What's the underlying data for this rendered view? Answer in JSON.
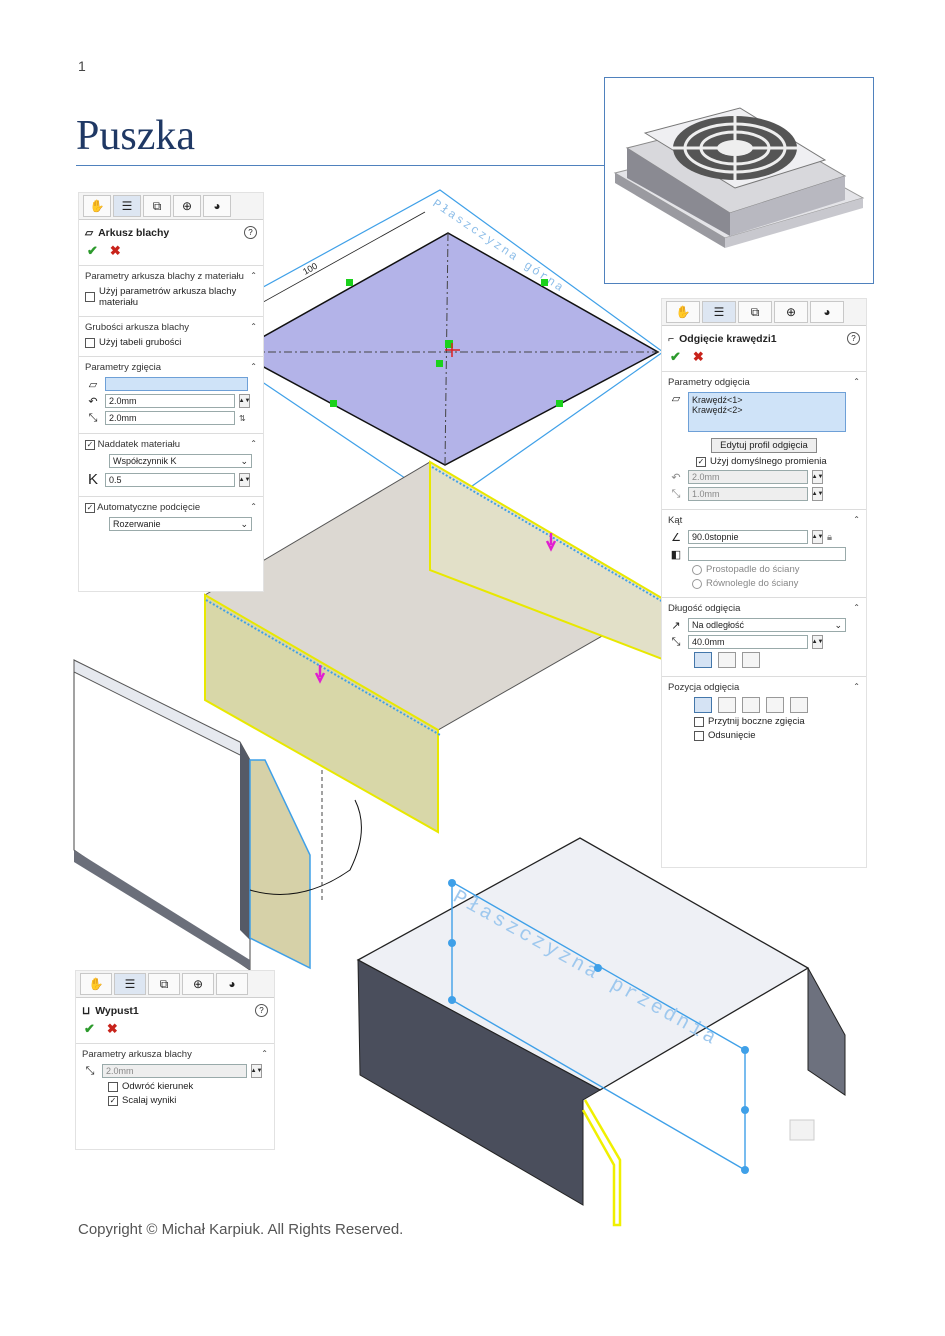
{
  "page": {
    "number": "1",
    "title": "Puszka",
    "footer": "Copyright © Michał Karpiuk. All Rights Reserved."
  },
  "tab_icons": [
    "feature-manager-icon",
    "property-manager-icon",
    "configuration-manager-icon",
    "dimxpert-icon",
    "appearance-icon"
  ],
  "panel_sheet": {
    "title": "Arkusz blachy",
    "sec1_header": "Parametry arkusza blachy z materiału",
    "sec1_checkbox": "Użyj parametrów arkusza blachy materiału",
    "sec2_header": "Grubości arkusza blachy",
    "sec2_checkbox": "Użyj tabeli grubości",
    "sec3_header": "Parametry zgięcia",
    "radius_value": "2.0mm",
    "thickness_value": "2.0mm",
    "sec4_header": "Naddatek materiału",
    "allowance_type": "Współczynnik K",
    "k_label": "K",
    "k_value": "0.5",
    "relief_header": "Automatyczne podcięcie",
    "relief_type": "Rozerwanie"
  },
  "panel_edge": {
    "title": "Odgięcie krawędzi1",
    "params_header": "Parametry odgięcia",
    "edges": [
      "Krawędź<1>",
      "Krawędź<2>"
    ],
    "edit_profile_button": "Edytuj profil odgięcia",
    "default_radius_checkbox": "Użyj domyślnego promienia",
    "radius_value": "2.0mm",
    "gap_value": "1.0mm",
    "angle_header": "Kąt",
    "angle_value": "90.0stopnie",
    "perpendicular": "Prostopadle do ściany",
    "parallel": "Równolegle do ściany",
    "length_header": "Długość odgięcia",
    "length_type": "Na odległość",
    "length_value": "40.0mm",
    "position_header": "Pozycja odgięcia",
    "trim_checkbox": "Przytnij boczne zgięcia",
    "offset_checkbox": "Odsunięcie"
  },
  "panel_tab": {
    "title": "Wypust1",
    "sec_header": "Parametry arkusza blachy",
    "thickness_value": "2.0mm",
    "reverse_checkbox": "Odwróć kierunek",
    "merge_checkbox": "Scalaj wyniki"
  },
  "cad": {
    "top_plane_label": "Płaszczyzna górna",
    "front_plane_label": "Płaszczyzna przednia",
    "dimension_100": "100",
    "sketch_fill": "#b3b3e8",
    "plane_color": "#3fa0e8",
    "highlight_color": "#f0f000"
  }
}
